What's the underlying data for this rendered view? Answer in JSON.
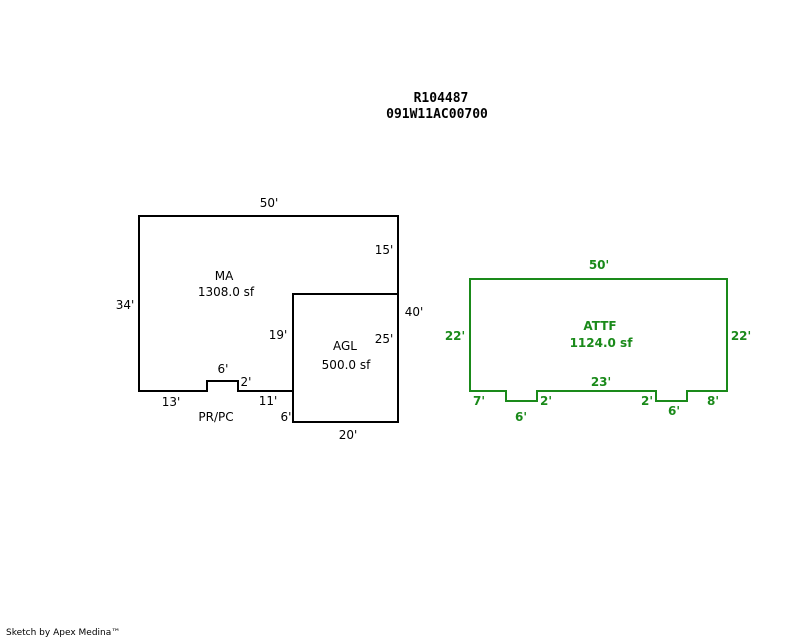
{
  "header": {
    "account": "R104487",
    "parcel": "091W11AC00700"
  },
  "colors": {
    "main_outline": "#000000",
    "second_outline": "#1a8a1a"
  },
  "building": {
    "ma": {
      "name": "MA",
      "area": "1308.0 sf"
    },
    "agl": {
      "name": "AGL",
      "area": "500.0 sf"
    },
    "prpc_label": "PR/PC",
    "dims": {
      "top": "50'",
      "right_upper": "15'",
      "right_total": "40'",
      "left": "34'",
      "inner_vertical": "19'",
      "agl_right": "25'",
      "bottom_left": "13'",
      "notch_width": "6'",
      "notch_right": "2'",
      "bottom_mid": "11'",
      "agl_left_low": "6'",
      "agl_bottom": "20'"
    }
  },
  "attf": {
    "name": "ATTF",
    "area": "1124.0 sf",
    "dims": {
      "top": "50'",
      "left": "22'",
      "right": "22'",
      "bottom_mid": "23'",
      "seg_left": "7'",
      "notch_left_width": "6'",
      "notch_left_step": "2'",
      "notch_right_step": "2'",
      "notch_right_width": "6'",
      "seg_right": "8'"
    }
  },
  "footer": "Sketch by Apex Medina™"
}
